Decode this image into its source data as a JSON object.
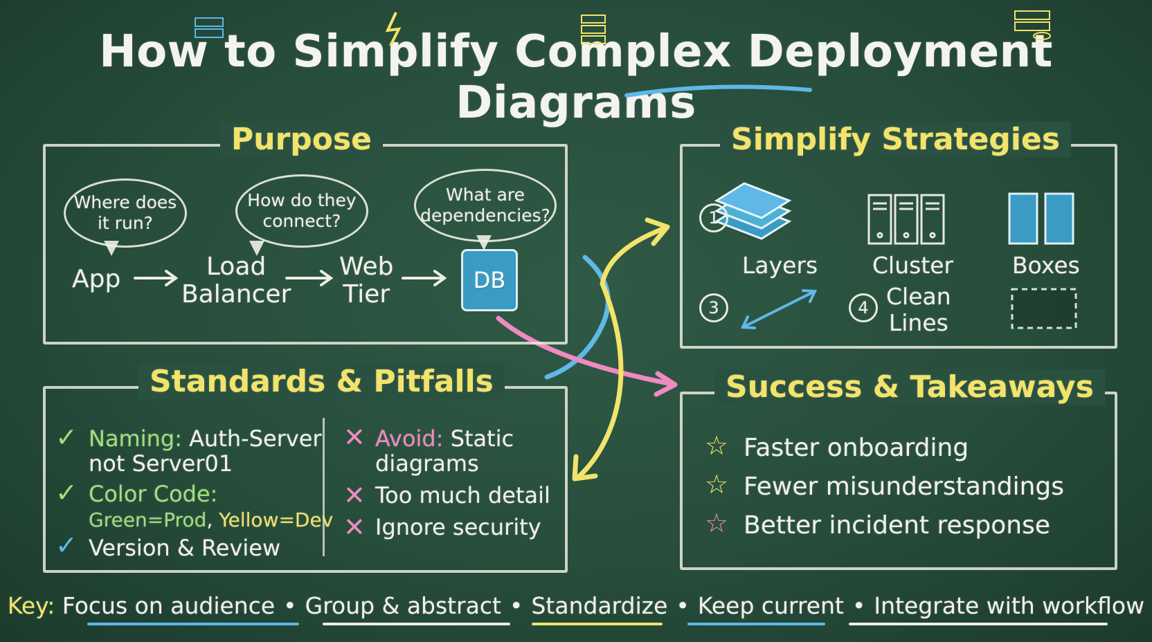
{
  "title": "How to Simplify Complex Deployment Diagrams",
  "purpose": {
    "title": "Purpose",
    "questions": [
      "Where does\nit run?",
      "How do they\nconnect?",
      "What are\ndependencies?"
    ],
    "flow": [
      "App",
      "Load\nBalancer",
      "Web\nTier",
      "DB"
    ]
  },
  "strategies": {
    "title": "Simplify Strategies",
    "items": [
      {
        "num": "1",
        "label": "Layers"
      },
      {
        "num": "",
        "label": "Cluster"
      },
      {
        "num": "",
        "label": "Boxes"
      },
      {
        "num": "3",
        "label": ""
      },
      {
        "num": "4",
        "label": "Clean\nLines"
      }
    ]
  },
  "standards": {
    "title": "Standards & Pitfalls",
    "good": [
      {
        "key": "Naming:",
        "rest": " Auth-Server",
        "line2": "not Server01"
      },
      {
        "key": "Color Code:",
        "rest": "",
        "line2_green": "Green=Prod",
        "line2_sep": ", ",
        "line2_yellow": "Yellow=Dev"
      },
      {
        "key": "",
        "rest": "Version & Review"
      }
    ],
    "bad": [
      {
        "key": "Avoid:",
        "rest": " Static",
        "line2": "diagrams"
      },
      {
        "key": "",
        "rest": "Too much detail"
      },
      {
        "key": "",
        "rest": "Ignore security"
      }
    ]
  },
  "success": {
    "title": "Success & Takeaways",
    "items": [
      "Faster onboarding",
      "Fewer misunderstandings",
      "Better incident response"
    ]
  },
  "key": {
    "label": "Key:",
    "items": [
      "Focus on audience",
      "Group & abstract",
      "Standardize",
      "Keep current",
      "Integrate with workflow"
    ],
    "separator": "•"
  },
  "colors": {
    "board": "#2a5140",
    "chalk_yellow": "#f2e46a",
    "chalk_blue": "#5fb8e6",
    "chalk_pink": "#f08ac0",
    "chalk_green": "#9fe07a"
  }
}
